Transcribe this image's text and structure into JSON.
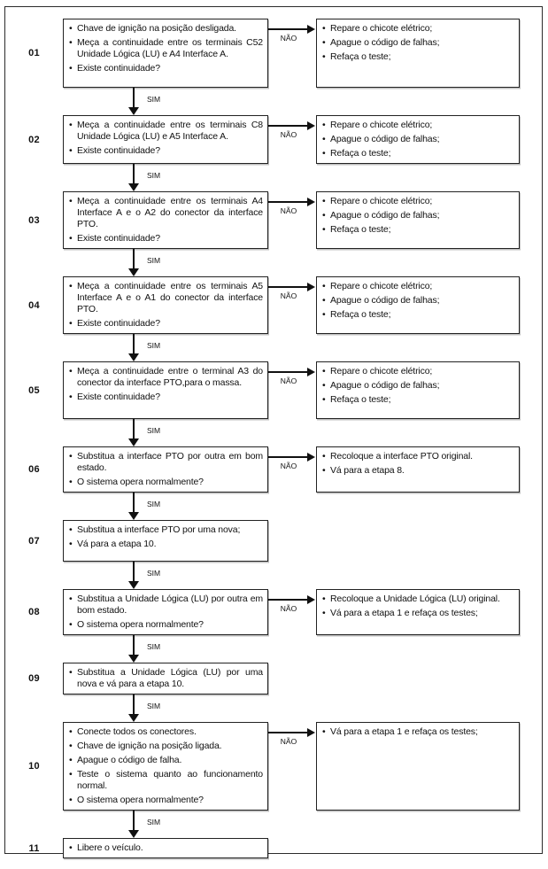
{
  "diagram": {
    "yes_label": "SIM",
    "no_label": "NÃO",
    "colors": {
      "line": "#111111",
      "border": "#222222",
      "background": "#ffffff"
    },
    "steps": [
      {
        "num": "01",
        "main": [
          "Chave de ignição na posição desligada.",
          "Meça a continuidade entre os terminais C52 Unidade Lógica (LU) e A4 Interface A.",
          "Existe continuidade?"
        ],
        "no_actions": [
          "Repare o chicote elétrico;",
          "Apague o código de falhas;",
          "Refaça o teste;"
        ]
      },
      {
        "num": "02",
        "main": [
          "Meça a continuidade entre os terminais C8 Unidade Lógica (LU) e A5 Interface A.",
          "Existe continuidade?"
        ],
        "no_actions": [
          "Repare o chicote elétrico;",
          "Apague o código de falhas;",
          "Refaça o teste;"
        ]
      },
      {
        "num": "03",
        "main": [
          "Meça a continuidade entre os terminais A4 Interface A e o A2 do conector da interface PTO.",
          "Existe continuidade?"
        ],
        "no_actions": [
          "Repare o chicote elétrico;",
          "Apague o código de falhas;",
          "Refaça o teste;"
        ]
      },
      {
        "num": "04",
        "main": [
          "Meça a continuidade entre os terminais A5 Interface A e o A1 do conector da interface PTO.",
          "Existe continuidade?"
        ],
        "no_actions": [
          "Repare o chicote elétrico;",
          "Apague o código de falhas;",
          "Refaça o teste;"
        ]
      },
      {
        "num": "05",
        "main": [
          "Meça a continuidade entre o terminal A3 do conector da interface PTO,para o massa.",
          "Existe continuidade?"
        ],
        "no_actions": [
          "Repare o chicote elétrico;",
          "Apague o código de falhas;",
          "Refaça o teste;"
        ]
      },
      {
        "num": "06",
        "main": [
          "Substitua a interface PTO por outra em bom estado.",
          "O sistema opera normalmente?"
        ],
        "no_actions": [
          "Recoloque a interface PTO original.",
          "Vá para a etapa 8."
        ]
      },
      {
        "num": "07",
        "main": [
          "Substitua a interface PTO por uma nova;",
          "Vá para a etapa 10."
        ]
      },
      {
        "num": "08",
        "main": [
          "Substitua a Unidade Lógica (LU) por outra em bom estado.",
          "O sistema opera normalmente?"
        ],
        "no_actions": [
          "Recoloque a Unidade Lógica (LU) original.",
          "Vá para a etapa 1 e refaça os testes;"
        ]
      },
      {
        "num": "09",
        "main": [
          "Substitua a Unidade Lógica (LU) por uma nova e vá para a etapa 10."
        ]
      },
      {
        "num": "10",
        "main": [
          "Conecte todos os conectores.",
          "Chave de ignição na posição ligada.",
          "Apague o código de falha.",
          "Teste o sistema quanto ao funcionamento normal.",
          "O sistema opera normalmente?"
        ],
        "no_actions": [
          "Vá para a etapa 1 e refaça os testes;"
        ]
      },
      {
        "num": "11",
        "main": [
          "Libere o veículo."
        ]
      }
    ]
  }
}
